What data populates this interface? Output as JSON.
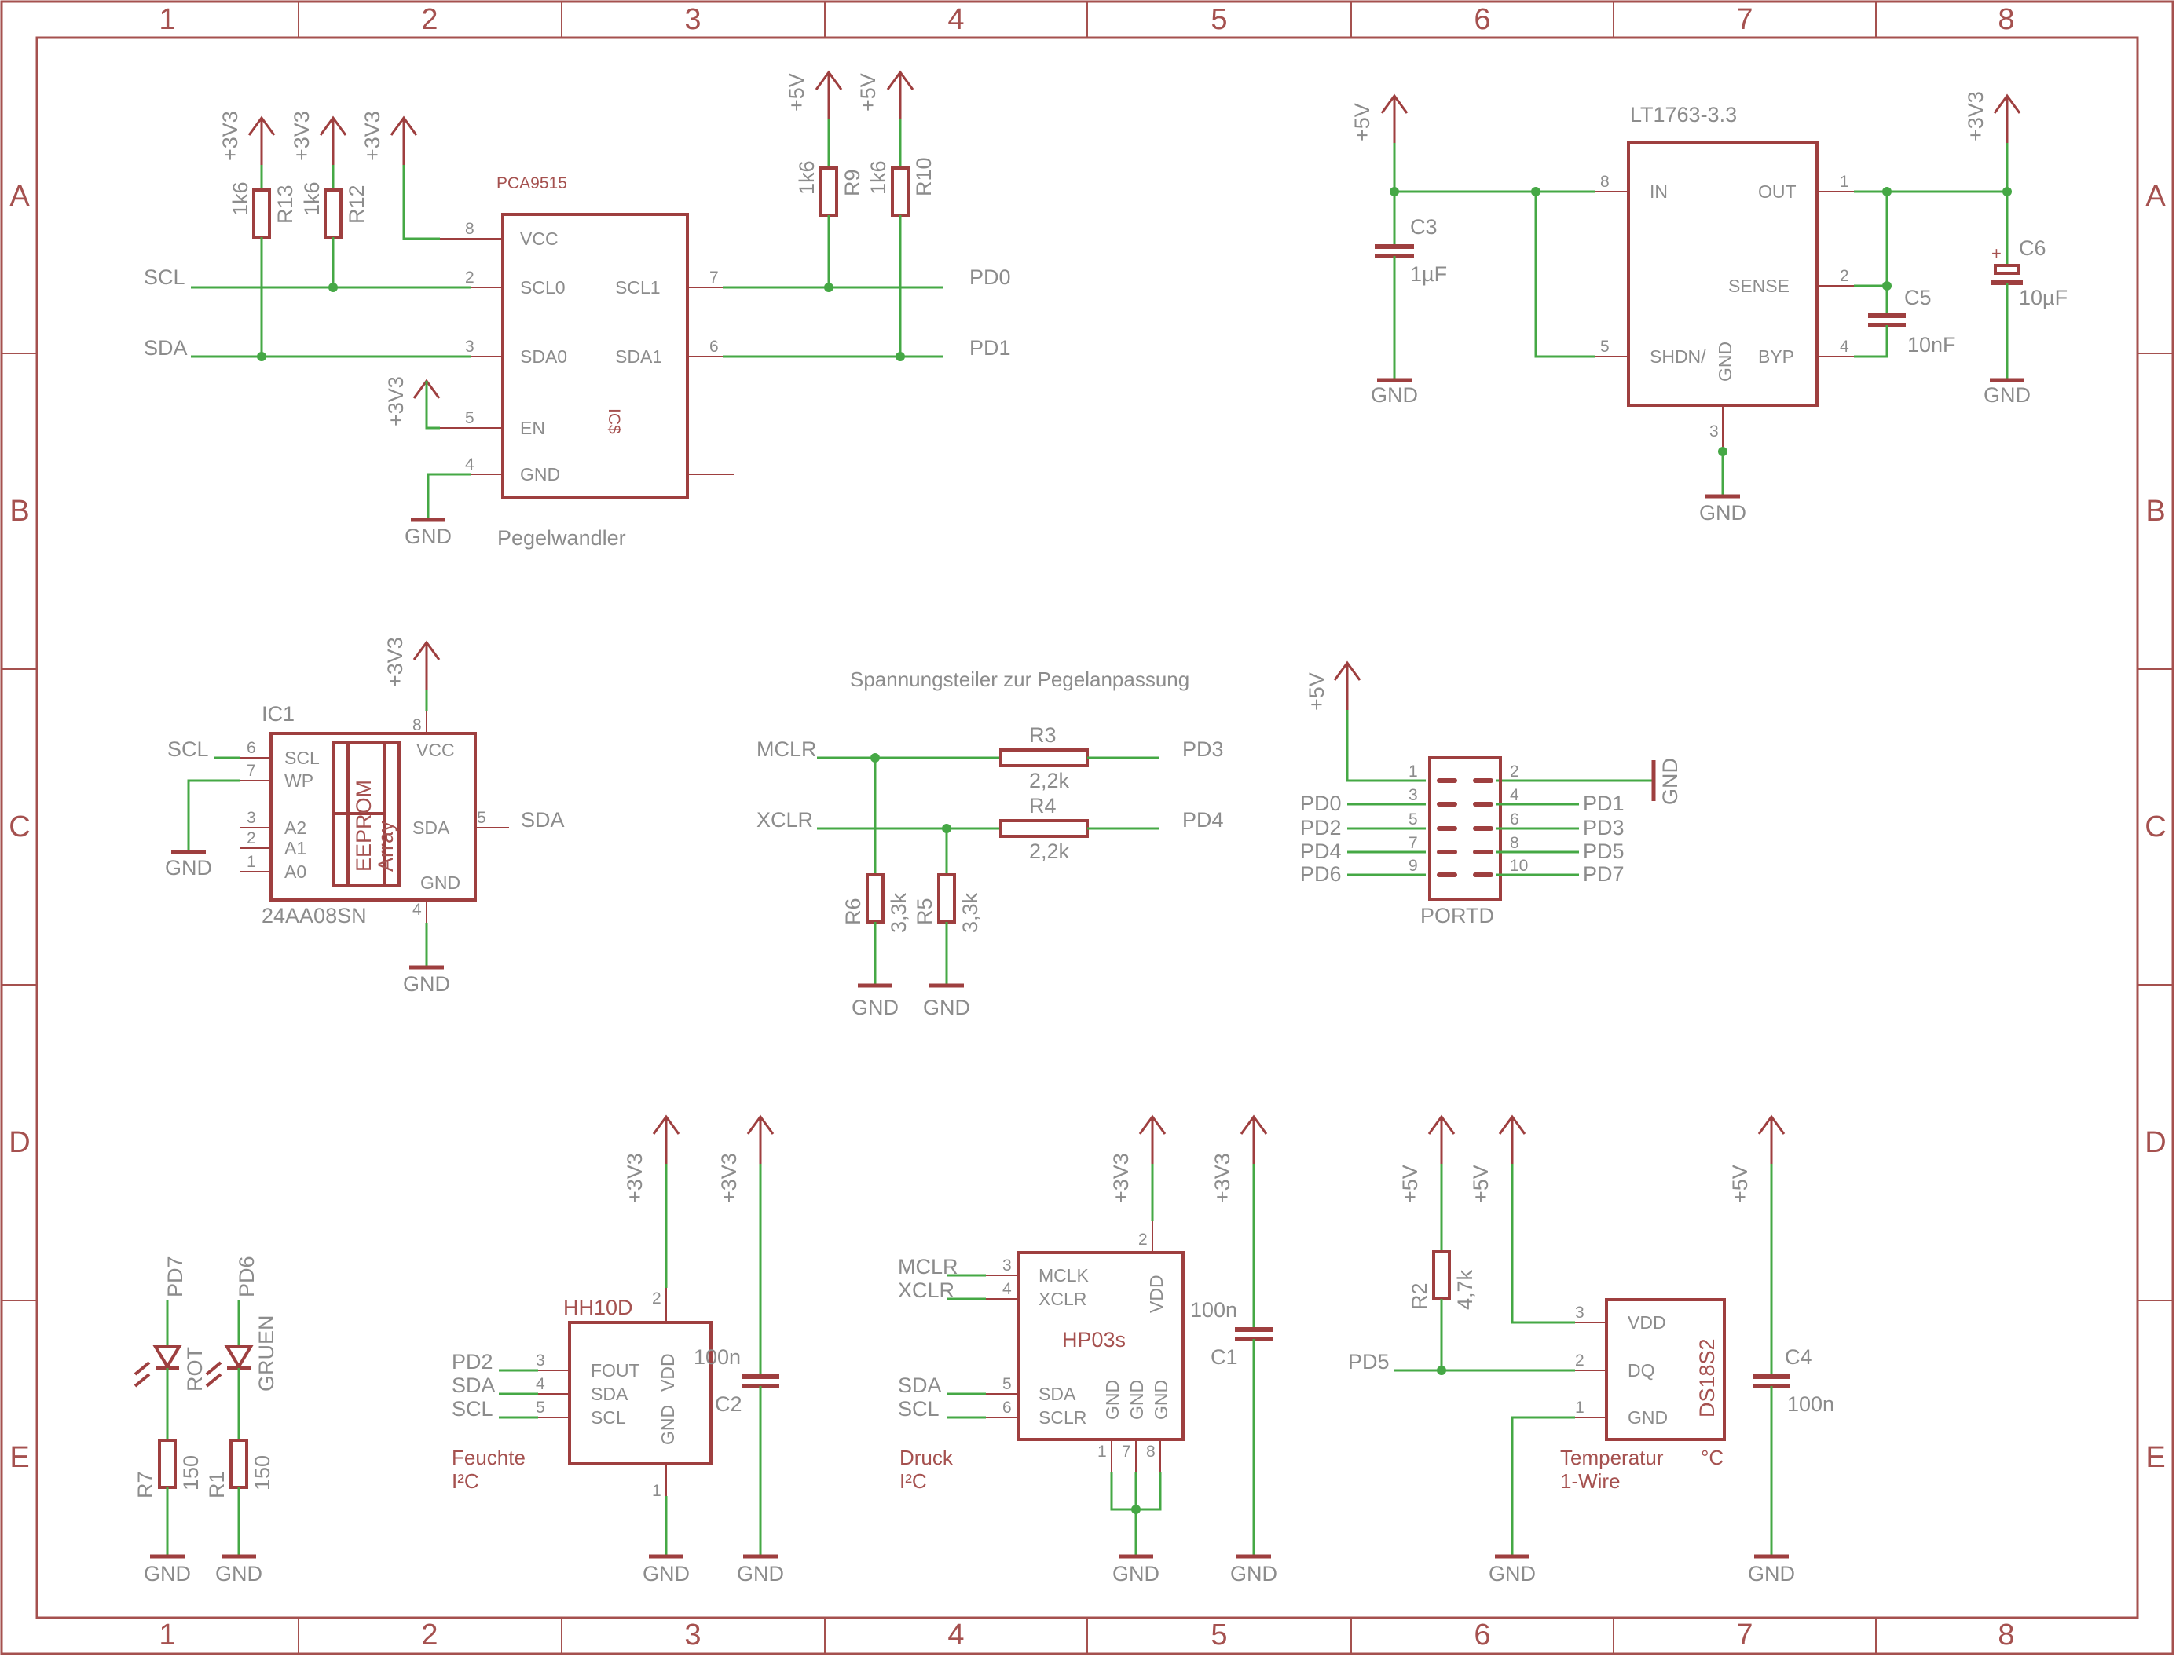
{
  "frame": {
    "columns": [
      "1",
      "2",
      "3",
      "4",
      "5",
      "6",
      "7",
      "8"
    ],
    "rows": [
      "A",
      "B",
      "C",
      "D",
      "E"
    ]
  },
  "notes": {
    "voltage_divider": "Spannungsteiler zur Pegelanpassung"
  },
  "pca9515": {
    "part": "PCA9515",
    "ref": "IC$",
    "value": "Pegelwandler",
    "pins": [
      {
        "num": "8",
        "name": "VCC"
      },
      {
        "num": "2",
        "name": "SCL0"
      },
      {
        "num": "3",
        "name": "SDA0"
      },
      {
        "num": "5",
        "name": "EN"
      },
      {
        "num": "4",
        "name": "GND"
      },
      {
        "num": "7",
        "name": "SCL1"
      },
      {
        "num": "6",
        "name": "SDA1"
      }
    ],
    "nets": {
      "scl": "SCL",
      "sda": "SDA",
      "pd0": "PD0",
      "pd1": "PD1"
    },
    "supplies": {
      "vcc": "+3V3",
      "en": "+3V3",
      "gnd": "GND"
    }
  },
  "pullups_top": [
    {
      "ref": "R13",
      "value": "1k6",
      "supply": "+3V3"
    },
    {
      "ref": "R12",
      "value": "1k6",
      "supply": "+3V3"
    },
    {
      "ref": "R9",
      "value": "1k6",
      "supply": "+5V"
    },
    {
      "ref": "R10",
      "value": "1k6",
      "supply": "+5V"
    }
  ],
  "regulator": {
    "part": "LT1763-3.3",
    "pins": [
      {
        "num": "8",
        "name": "IN"
      },
      {
        "num": "5",
        "name": "SHDN/"
      },
      {
        "num": "1",
        "name": "OUT"
      },
      {
        "num": "2",
        "name": "SENSE"
      },
      {
        "num": "4",
        "name": "BYP"
      },
      {
        "num": "3",
        "name": "GND"
      }
    ],
    "supplies": {
      "in": "+5V",
      "out": "+3V3",
      "gnd": "GND"
    },
    "caps": [
      {
        "ref": "C3",
        "value": "1µF",
        "gnd": "GND"
      },
      {
        "ref": "C5",
        "value": "10nF"
      },
      {
        "ref": "C6",
        "value": "10µF",
        "gnd": "GND",
        "polarity": "+"
      }
    ]
  },
  "eeprom": {
    "ref": "IC1",
    "part": "24AA08SN",
    "inner": [
      "EEPROM",
      "Array"
    ],
    "pins": [
      {
        "num": "6",
        "name": "SCL"
      },
      {
        "num": "7",
        "name": "WP"
      },
      {
        "num": "3",
        "name": "A2"
      },
      {
        "num": "2",
        "name": "A1"
      },
      {
        "num": "1",
        "name": "A0"
      },
      {
        "num": "5",
        "name": "SDA"
      },
      {
        "num": "8",
        "name": "VCC"
      },
      {
        "num": "4",
        "name": "GND"
      }
    ],
    "nets": {
      "scl": "SCL",
      "sda": "SDA",
      "vcc": "+3V3",
      "gnd1": "GND",
      "gnd2": "GND"
    }
  },
  "divider": {
    "nets": {
      "mclr": "MCLR",
      "xclr": "XCLR",
      "pd3": "PD3",
      "pd4": "PD4"
    },
    "resistors": [
      {
        "ref": "R3",
        "value": "2,2k"
      },
      {
        "ref": "R4",
        "value": "2,2k"
      },
      {
        "ref": "R6",
        "value": "3,3k"
      },
      {
        "ref": "R5",
        "value": "3,3k"
      }
    ],
    "gnd": "GND"
  },
  "portd": {
    "ref": "PORTD",
    "supply": "+5V",
    "gnd": "GND",
    "rows": [
      {
        "left_net": "",
        "left_pin": "1",
        "right_pin": "2",
        "right_net": ""
      },
      {
        "left_net": "PD0",
        "left_pin": "3",
        "right_pin": "4",
        "right_net": "PD1"
      },
      {
        "left_net": "PD2",
        "left_pin": "5",
        "right_pin": "6",
        "right_net": "PD3"
      },
      {
        "left_net": "PD4",
        "left_pin": "7",
        "right_pin": "8",
        "right_net": "PD5"
      },
      {
        "left_net": "PD6",
        "left_pin": "9",
        "right_pin": "10",
        "right_net": "PD7"
      }
    ]
  },
  "leds": [
    {
      "net": "PD7",
      "led": "ROT",
      "res_ref": "R7",
      "res_value": "150",
      "gnd": "GND"
    },
    {
      "net": "PD6",
      "led": "GRUEN",
      "res_ref": "R1",
      "res_value": "150",
      "gnd": "GND"
    }
  ],
  "hh10d": {
    "part": "HH10D",
    "desc1": "Feuchte",
    "desc2": "I²C",
    "pins": [
      {
        "num": "3",
        "name": "FOUT",
        "net": "PD2"
      },
      {
        "num": "4",
        "name": "SDA",
        "net": "SDA"
      },
      {
        "num": "5",
        "name": "SCL",
        "net": "SCL"
      },
      {
        "num": "2",
        "name": "VDD"
      },
      {
        "num": "1",
        "name": "GND"
      }
    ],
    "supply": "+3V3",
    "gnd": "GND",
    "cap": {
      "ref": "C2",
      "value": "100n",
      "supply": "+3V3",
      "gnd": "GND"
    }
  },
  "hp03s": {
    "part": "HP03s",
    "desc1": "Druck",
    "desc2": "I²C",
    "pins": [
      {
        "num": "3",
        "name": "MCLK",
        "net": "MCLR"
      },
      {
        "num": "4",
        "name": "XCLR",
        "net": "XCLR"
      },
      {
        "num": "5",
        "name": "SDA",
        "net": "SDA"
      },
      {
        "num": "6",
        "name": "SCLR",
        "net": "SCL"
      },
      {
        "num": "2",
        "name": "VDD"
      },
      {
        "num": "1",
        "name": "GND"
      },
      {
        "num": "7",
        "name": "GND"
      },
      {
        "num": "8",
        "name": "GND"
      }
    ],
    "supply": "+3V3",
    "gnd": "GND",
    "cap": {
      "ref": "C1",
      "value": "100n",
      "supply": "+3V3",
      "gnd": "GND"
    }
  },
  "ds18s2": {
    "part": "DS18S2",
    "desc1": "Temperatur",
    "desc2": "1-Wire",
    "unit": "°C",
    "pins": [
      {
        "num": "3",
        "name": "VDD"
      },
      {
        "num": "2",
        "name": "DQ"
      },
      {
        "num": "1",
        "name": "GND"
      }
    ],
    "net": "PD5",
    "supply_vdd": "+5V",
    "gnd": "GND",
    "pullup": {
      "ref": "R2",
      "value": "4,7k",
      "supply": "+5V"
    },
    "cap": {
      "ref": "C4",
      "value": "100n",
      "supply": "+5V",
      "gnd": "GND"
    }
  }
}
